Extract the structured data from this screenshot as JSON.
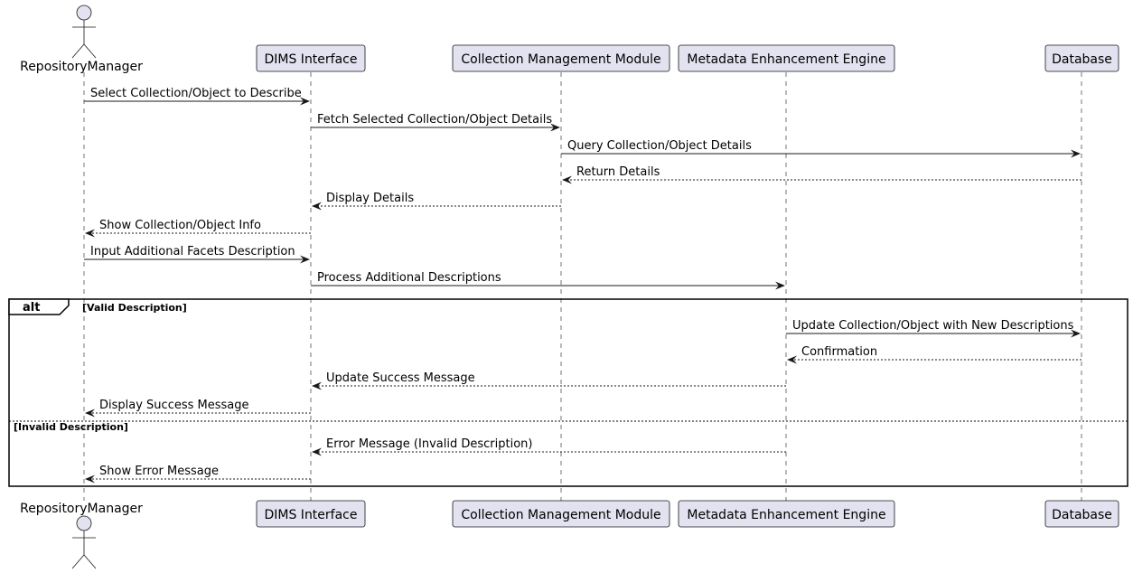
{
  "participants": [
    {
      "id": "rm",
      "type": "actor",
      "label": "RepositoryManager"
    },
    {
      "id": "dims",
      "type": "box",
      "label": "DIMS Interface"
    },
    {
      "id": "cmm",
      "type": "box",
      "label": "Collection Management Module"
    },
    {
      "id": "mee",
      "type": "box",
      "label": "Metadata Enhancement Engine"
    },
    {
      "id": "db",
      "type": "box",
      "label": "Database"
    }
  ],
  "messages": [
    {
      "from": "rm",
      "to": "dims",
      "label": "Select Collection/Object to Describe",
      "style": "solid"
    },
    {
      "from": "dims",
      "to": "cmm",
      "label": "Fetch Selected Collection/Object Details",
      "style": "solid"
    },
    {
      "from": "cmm",
      "to": "db",
      "label": "Query Collection/Object Details",
      "style": "solid"
    },
    {
      "from": "db",
      "to": "cmm",
      "label": "Return Details",
      "style": "dashed"
    },
    {
      "from": "cmm",
      "to": "dims",
      "label": "Display Details",
      "style": "dashed"
    },
    {
      "from": "dims",
      "to": "rm",
      "label": "Show Collection/Object Info",
      "style": "dashed"
    },
    {
      "from": "rm",
      "to": "dims",
      "label": "Input Additional Facets Description",
      "style": "solid"
    },
    {
      "from": "dims",
      "to": "mee",
      "label": "Process Additional Descriptions",
      "style": "solid"
    },
    {
      "from": "mee",
      "to": "db",
      "label": "Update Collection/Object with New Descriptions",
      "style": "solid"
    },
    {
      "from": "db",
      "to": "mee",
      "label": "Confirmation",
      "style": "dashed"
    },
    {
      "from": "mee",
      "to": "dims",
      "label": "Update Success Message",
      "style": "dashed"
    },
    {
      "from": "dims",
      "to": "rm",
      "label": "Display Success Message",
      "style": "dashed"
    },
    {
      "from": "mee",
      "to": "dims",
      "label": "Error Message (Invalid Description)",
      "style": "dashed"
    },
    {
      "from": "dims",
      "to": "rm",
      "label": "Show Error Message",
      "style": "dashed"
    }
  ],
  "alt_fragment": {
    "keyword": "alt",
    "guards": [
      "[Valid Description]",
      "[Invalid Description]"
    ]
  }
}
